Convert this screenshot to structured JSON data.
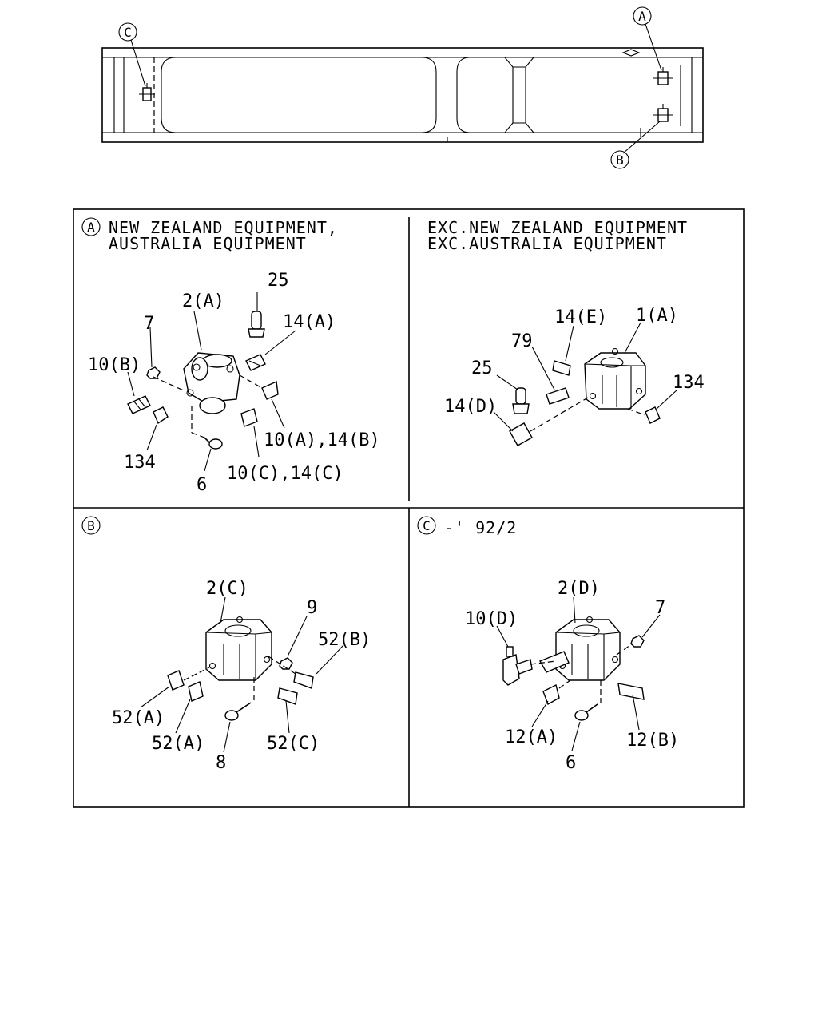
{
  "overview": {
    "callouts": {
      "a": "A",
      "b": "B",
      "c": "C"
    }
  },
  "panels": {
    "a_left": {
      "circle": "A",
      "header_lines": [
        "NEW ZEALAND EQUIPMENT,",
        "AUSTRALIA EQUIPMENT"
      ],
      "labels": {
        "p25": "25",
        "p2a": "2(A)",
        "p14a": "14(A)",
        "p7": "7",
        "p10b": "10(B)",
        "p10a14b": "10(A),14(B)",
        "p134": "134",
        "p10c14c": "10(C),14(C)",
        "p6": "6"
      }
    },
    "a_right": {
      "header_lines": [
        "EXC.NEW ZEALAND EQUIPMENT",
        "EXC.AUSTRALIA EQUIPMENT"
      ],
      "labels": {
        "p14e": "14(E)",
        "p1a": "1(A)",
        "p79": "79",
        "p25": "25",
        "p134": "134",
        "p14d": "14(D)"
      }
    },
    "b": {
      "circle": "B",
      "labels": {
        "p2c": "2(C)",
        "p9": "9",
        "p52b": "52(B)",
        "p52a1": "52(A)",
        "p52a2": "52(A)",
        "p52c": "52(C)",
        "p8": "8"
      }
    },
    "c": {
      "circle": "C",
      "header": "-' 92/2",
      "labels": {
        "p2d": "2(D)",
        "p10d": "10(D)",
        "p7": "7",
        "p12a": "12(A)",
        "p12b": "12(B)",
        "p6": "6"
      }
    }
  }
}
